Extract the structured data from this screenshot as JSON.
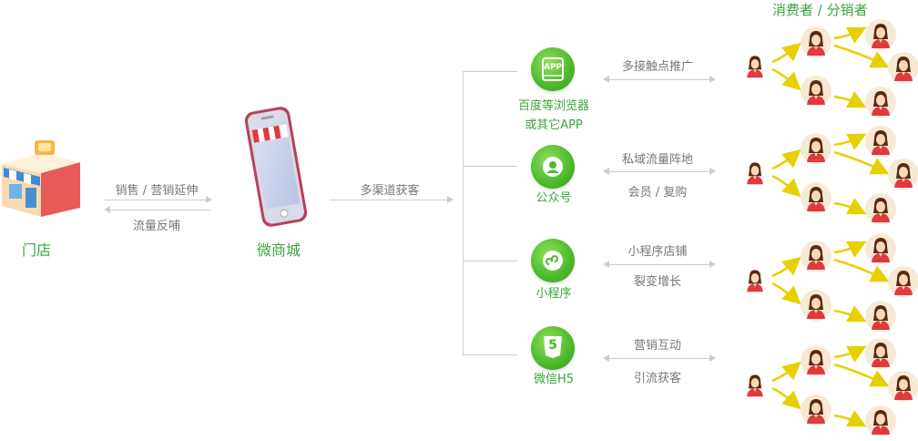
{
  "header": {
    "title": "消费者 / 分销者"
  },
  "store": {
    "label": "门店"
  },
  "mall": {
    "label": "微商城"
  },
  "store_mall_link": {
    "top_text": "销售 / 营销延伸",
    "bottom_text": "流量反哺"
  },
  "mall_channel_link": {
    "text": "多渠道获客"
  },
  "channels": [
    {
      "label_line1": "百度等浏览器",
      "label_line2": "或其它APP",
      "icon": "app-icon",
      "icon_text": "APP",
      "arrow_top_text": "多接触点推广",
      "arrow_bottom_text": ""
    },
    {
      "label_line1": "公众号",
      "label_line2": "",
      "icon": "person-account-icon",
      "icon_text": "",
      "arrow_top_text": "私域流量阵地",
      "arrow_bottom_text": "会员 / 复购"
    },
    {
      "label_line1": "小程序",
      "label_line2": "",
      "icon": "mini-program-icon",
      "icon_text": "",
      "arrow_top_text": "小程序店铺",
      "arrow_bottom_text": "裂变增长"
    },
    {
      "label_line1": "微信H5",
      "label_line2": "",
      "icon": "html5-icon",
      "icon_text": "5",
      "arrow_top_text": "营销互动",
      "arrow_bottom_text": "引流获客"
    }
  ],
  "colors": {
    "green": "#3aa53a",
    "gray_text": "#777777",
    "line": "#cccccc",
    "arrow_yellow": "#e6d000",
    "person_red": "#e0393f",
    "person_skin": "#f9d9b5",
    "person_bg": "#f6ead5"
  }
}
